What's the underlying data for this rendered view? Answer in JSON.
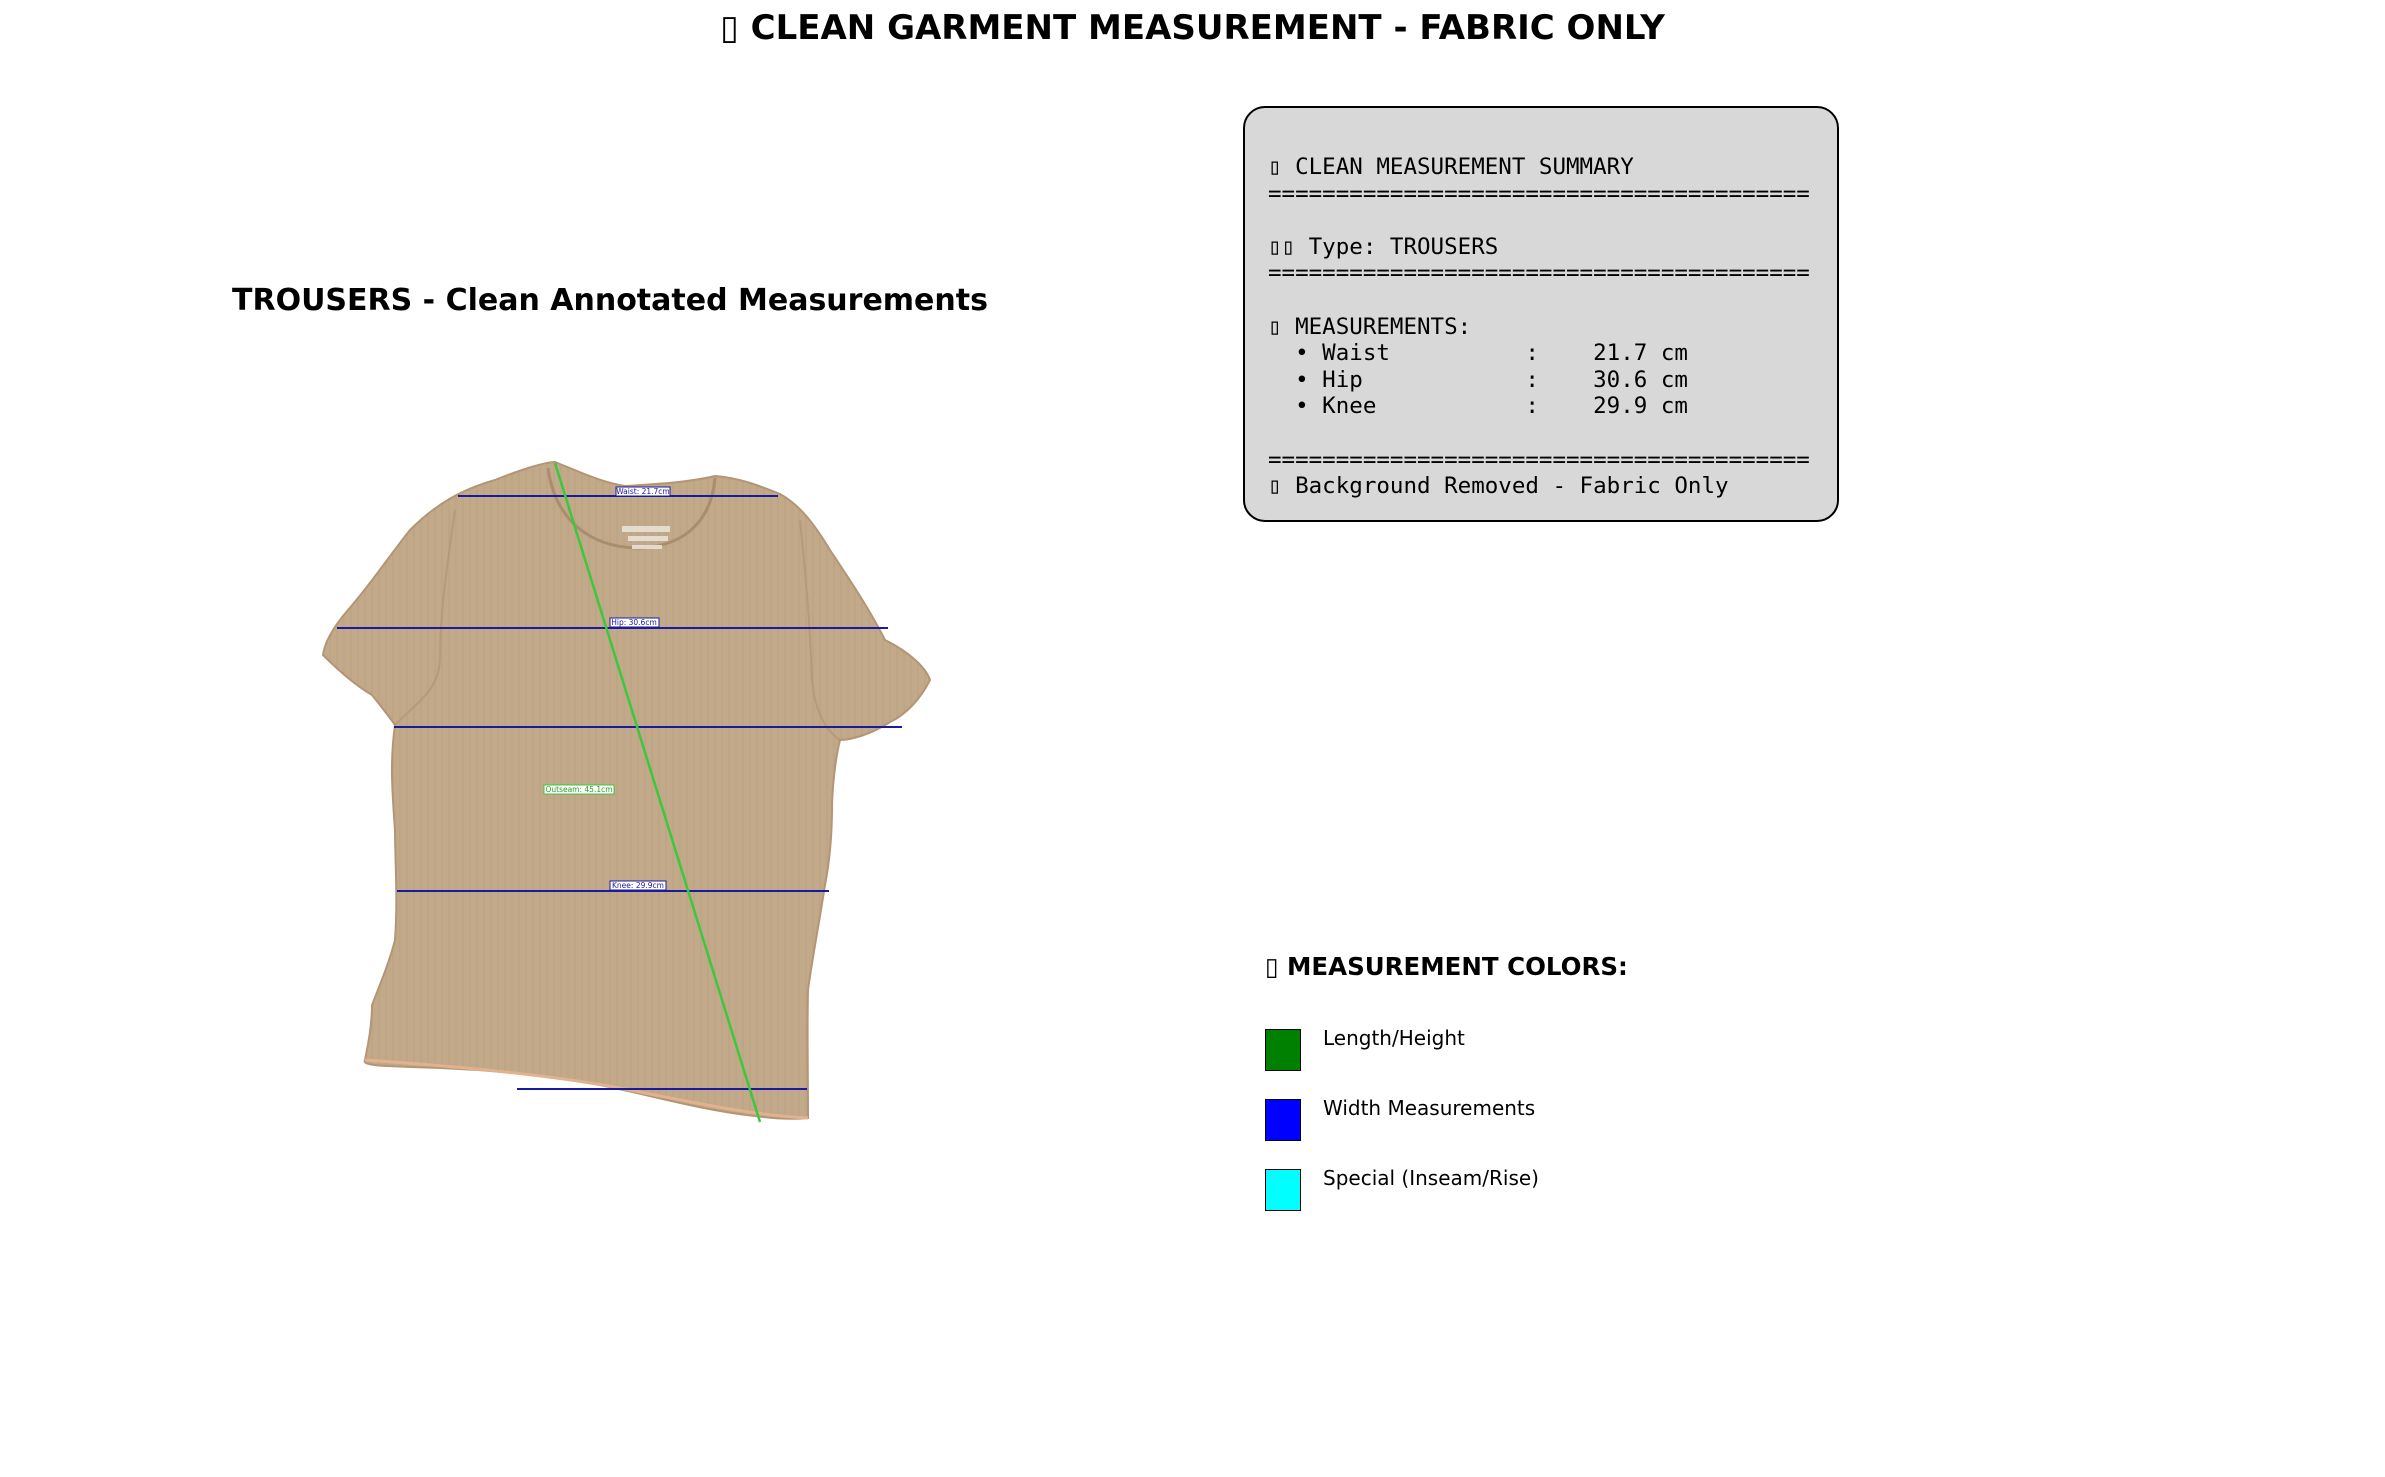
{
  "header": {
    "title": "▯ CLEAN GARMENT MEASUREMENT - FABRIC ONLY"
  },
  "image_panel": {
    "title": "TROUSERS - Clean Annotated Measurements",
    "labels": {
      "waist": "Waist: 21.7cm",
      "hip": "Hip: 30.6cm",
      "outseam": "Outseam: 45.1cm",
      "knee": "Knee: 29.9cm"
    },
    "colors": {
      "fabric": "#c2a98a",
      "width_line": "#1a1aa0",
      "length_line": "#3cc83c"
    }
  },
  "summary": {
    "title": "▯ CLEAN MEASUREMENT SUMMARY",
    "separator": "========================================",
    "type_line": "▯▯ Type: TROUSERS",
    "measurements_header": "▯ MEASUREMENTS:",
    "measurements": [
      {
        "line": "  • Waist          :    21.7 cm"
      },
      {
        "line": "  • Hip            :    30.6 cm"
      },
      {
        "line": "  • Knee           :    29.9 cm"
      }
    ],
    "footer": "▯ Background Removed - Fabric Only"
  },
  "legend": {
    "title": "▯ MEASUREMENT COLORS:",
    "items": [
      {
        "label": "Length/Height",
        "color": "#008000"
      },
      {
        "label": "Width Measurements",
        "color": "#0000ff"
      },
      {
        "label": "Special (Inseam/Rise)",
        "color": "#00ffff"
      }
    ]
  }
}
